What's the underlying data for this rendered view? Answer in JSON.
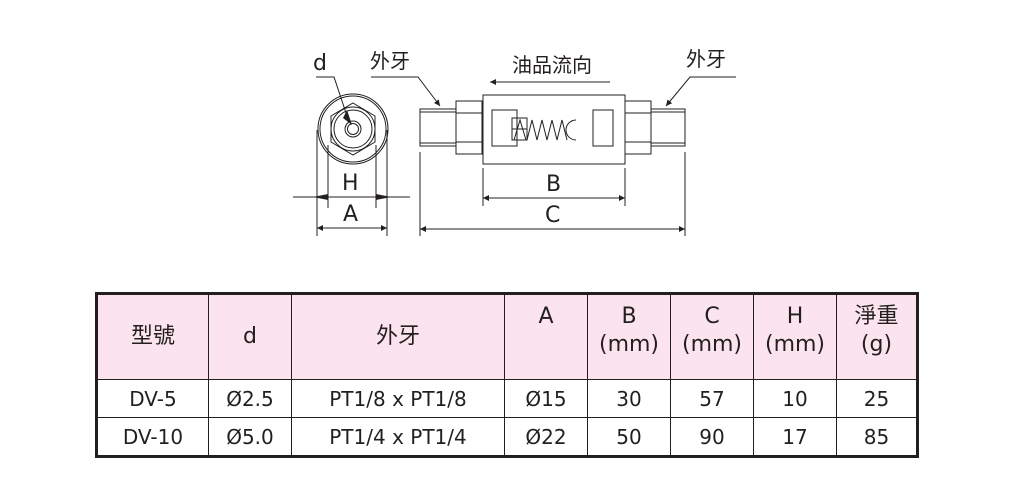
{
  "drawing": {
    "labels": {
      "d": "d",
      "male_thread_left": "外牙",
      "male_thread_right": "外牙",
      "flow_direction": "油品流向",
      "H": "H",
      "A": "A",
      "B": "B",
      "C": "C"
    }
  },
  "table": {
    "headers": [
      {
        "line1": "型號",
        "line2": ""
      },
      {
        "line1": "d",
        "line2": ""
      },
      {
        "line1": "外牙",
        "line2": ""
      },
      {
        "line1": "A",
        "line2": ""
      },
      {
        "line1": "B",
        "line2": "(mm)"
      },
      {
        "line1": "C",
        "line2": "(mm)"
      },
      {
        "line1": "H",
        "line2": "(mm)"
      },
      {
        "line1": "淨重",
        "line2": "(g)"
      }
    ],
    "rows": [
      [
        "DV-5",
        "Ø2.5",
        "PT1/8 x PT1/8",
        "Ø15",
        "30",
        "57",
        "10",
        "25"
      ],
      [
        "DV-10",
        "Ø5.0",
        "PT1/4 x PT1/4",
        "Ø22",
        "50",
        "90",
        "17",
        "85"
      ]
    ]
  },
  "colors": {
    "header_bg": "#fce4ee",
    "line": "#231f20"
  }
}
